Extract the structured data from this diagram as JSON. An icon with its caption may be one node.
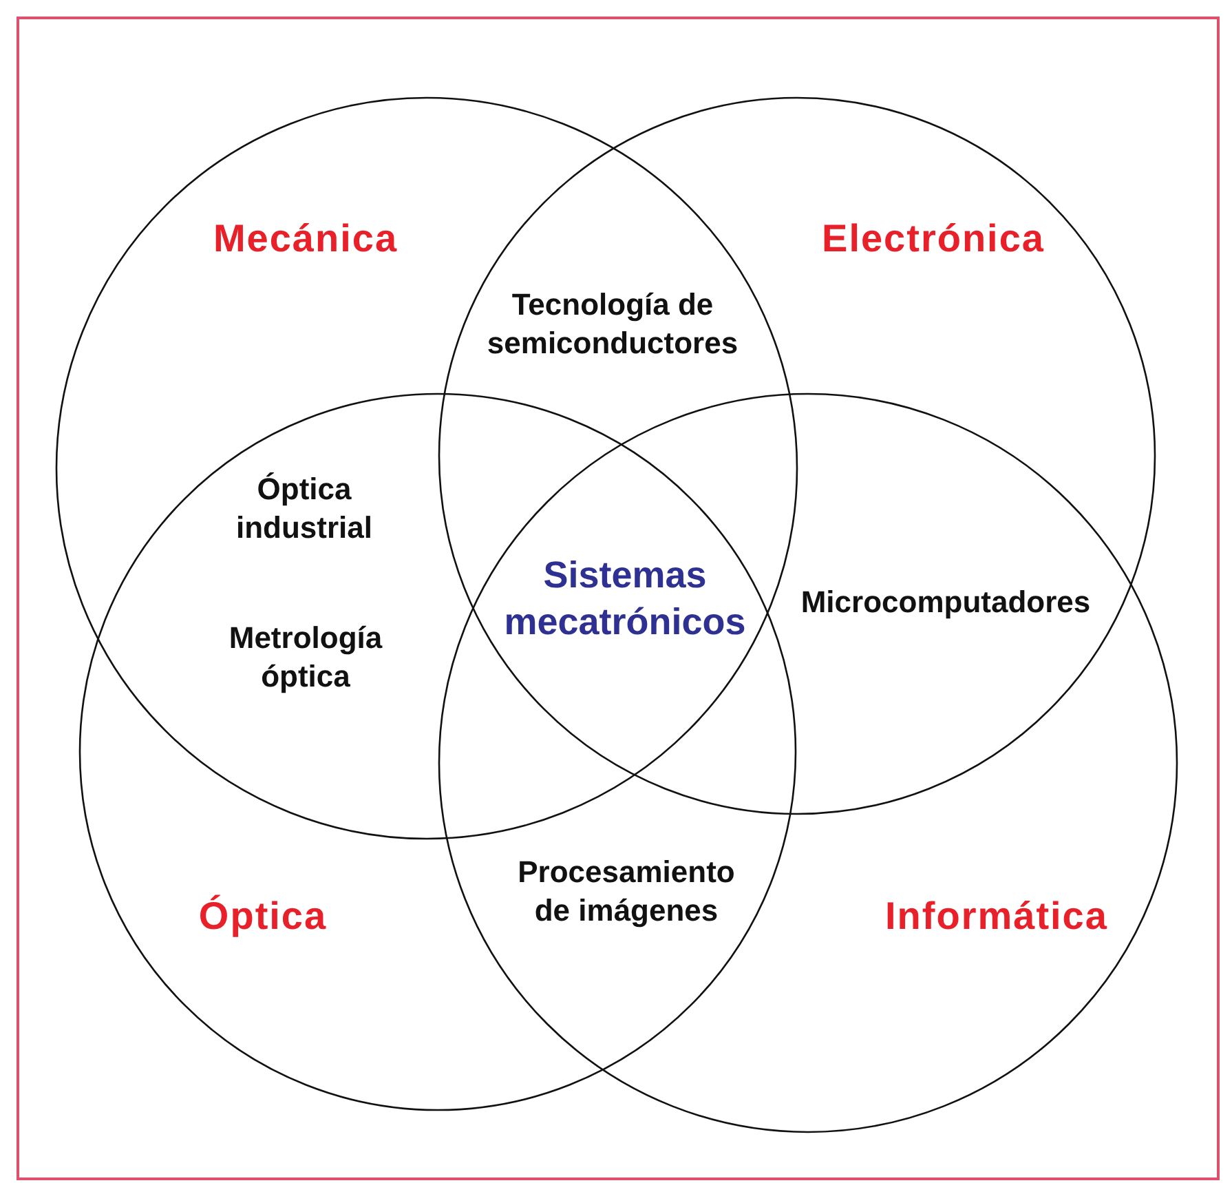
{
  "diagram": {
    "nodes": [
      {
        "text": [
          "Mecánica"
        ]
      },
      {
        "text": [
          "Electrónica"
        ]
      },
      {
        "text": [
          "Óptica"
        ]
      },
      {
        "text": [
          "Informática"
        ]
      }
    ],
    "labels": [
      "Tecnología de semiconductores",
      "Óptica industrial",
      "Metrología óptica",
      "Sistemas mecatrónicos",
      "Microcomputadores",
      "Procesamiento de imágenes"
    ]
  }
}
